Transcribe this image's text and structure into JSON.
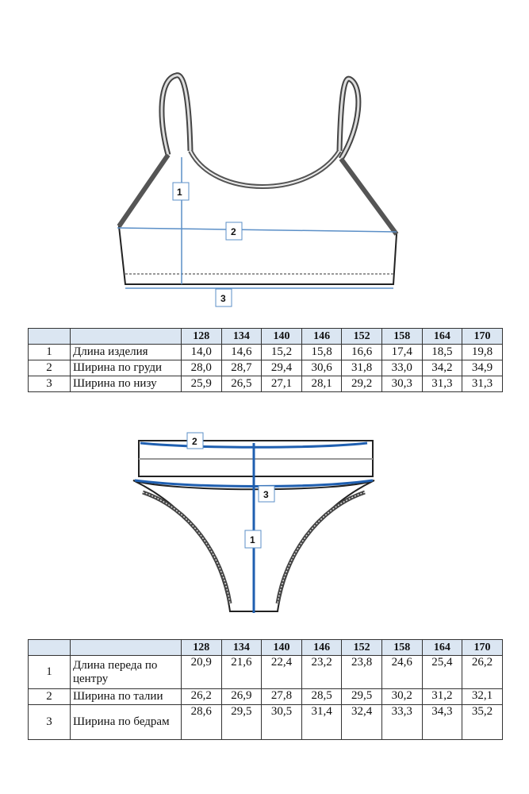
{
  "top": {
    "markers": [
      "1",
      "2",
      "3"
    ],
    "sizes": [
      "128",
      "134",
      "140",
      "146",
      "152",
      "158",
      "164",
      "170"
    ],
    "rows": [
      {
        "num": "1",
        "label": "Длина изделия",
        "values": [
          "14,0",
          "14,6",
          "15,2",
          "15,8",
          "16,6",
          "17,4",
          "18,5",
          "19,8"
        ]
      },
      {
        "num": "2",
        "label": "Ширина по груди",
        "values": [
          "28,0",
          "28,7",
          "29,4",
          "30,6",
          "31,8",
          "33,0",
          "34,2",
          "34,9"
        ]
      },
      {
        "num": "3",
        "label": "Ширина по низу",
        "values": [
          "25,9",
          "26,5",
          "27,1",
          "28,1",
          "29,2",
          "30,3",
          "31,3",
          "31,3"
        ]
      }
    ]
  },
  "bottom": {
    "markers": [
      "1",
      "2",
      "3"
    ],
    "sizes": [
      "128",
      "134",
      "140",
      "146",
      "152",
      "158",
      "164",
      "170"
    ],
    "rows": [
      {
        "num": "1",
        "label": "Длина переда по центру",
        "values": [
          "20,9",
          "21,6",
          "22,4",
          "23,2",
          "23,8",
          "24,6",
          "25,4",
          "26,2"
        ]
      },
      {
        "num": "2",
        "label": "Ширина по талии",
        "values": [
          "26,2",
          "26,9",
          "27,8",
          "28,5",
          "29,5",
          "30,2",
          "31,2",
          "32,1"
        ]
      },
      {
        "num": "3",
        "label": "Ширина по бедрам",
        "values": [
          "28,6",
          "29,5",
          "30,5",
          "31,4",
          "32,4",
          "33,3",
          "34,3",
          "35,2"
        ]
      }
    ]
  },
  "colors": {
    "measure_top": "#5b8fc7",
    "measure_bottom": "#1f5fb0",
    "header_bg": "#dbe6f2"
  }
}
